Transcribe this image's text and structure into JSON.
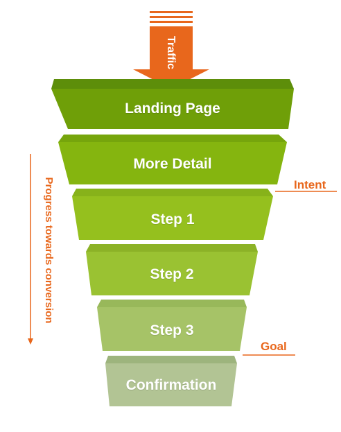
{
  "traffic_label": "Traffic",
  "stages": [
    {
      "label": "Landing Page",
      "top": "#5d8e0a",
      "face": "#6f9f08"
    },
    {
      "label": "More Detail",
      "top": "#76a50c",
      "face": "#85b50f"
    },
    {
      "label": "Step 1",
      "top": "#87b21a",
      "face": "#95c01e"
    },
    {
      "label": "Step 2",
      "top": "#8cb227",
      "face": "#9ac232"
    },
    {
      "label": "Step 3",
      "top": "#98b85a",
      "face": "#a6c367"
    },
    {
      "label": "Confirmation",
      "top": "#9db47d",
      "face": "#b2c494"
    }
  ],
  "markers": {
    "intent": "Intent",
    "goal": "Goal"
  },
  "progress_label": "Progress towards conversion",
  "colors": {
    "accent": "#e8671c",
    "label_text": "#ffffff"
  }
}
